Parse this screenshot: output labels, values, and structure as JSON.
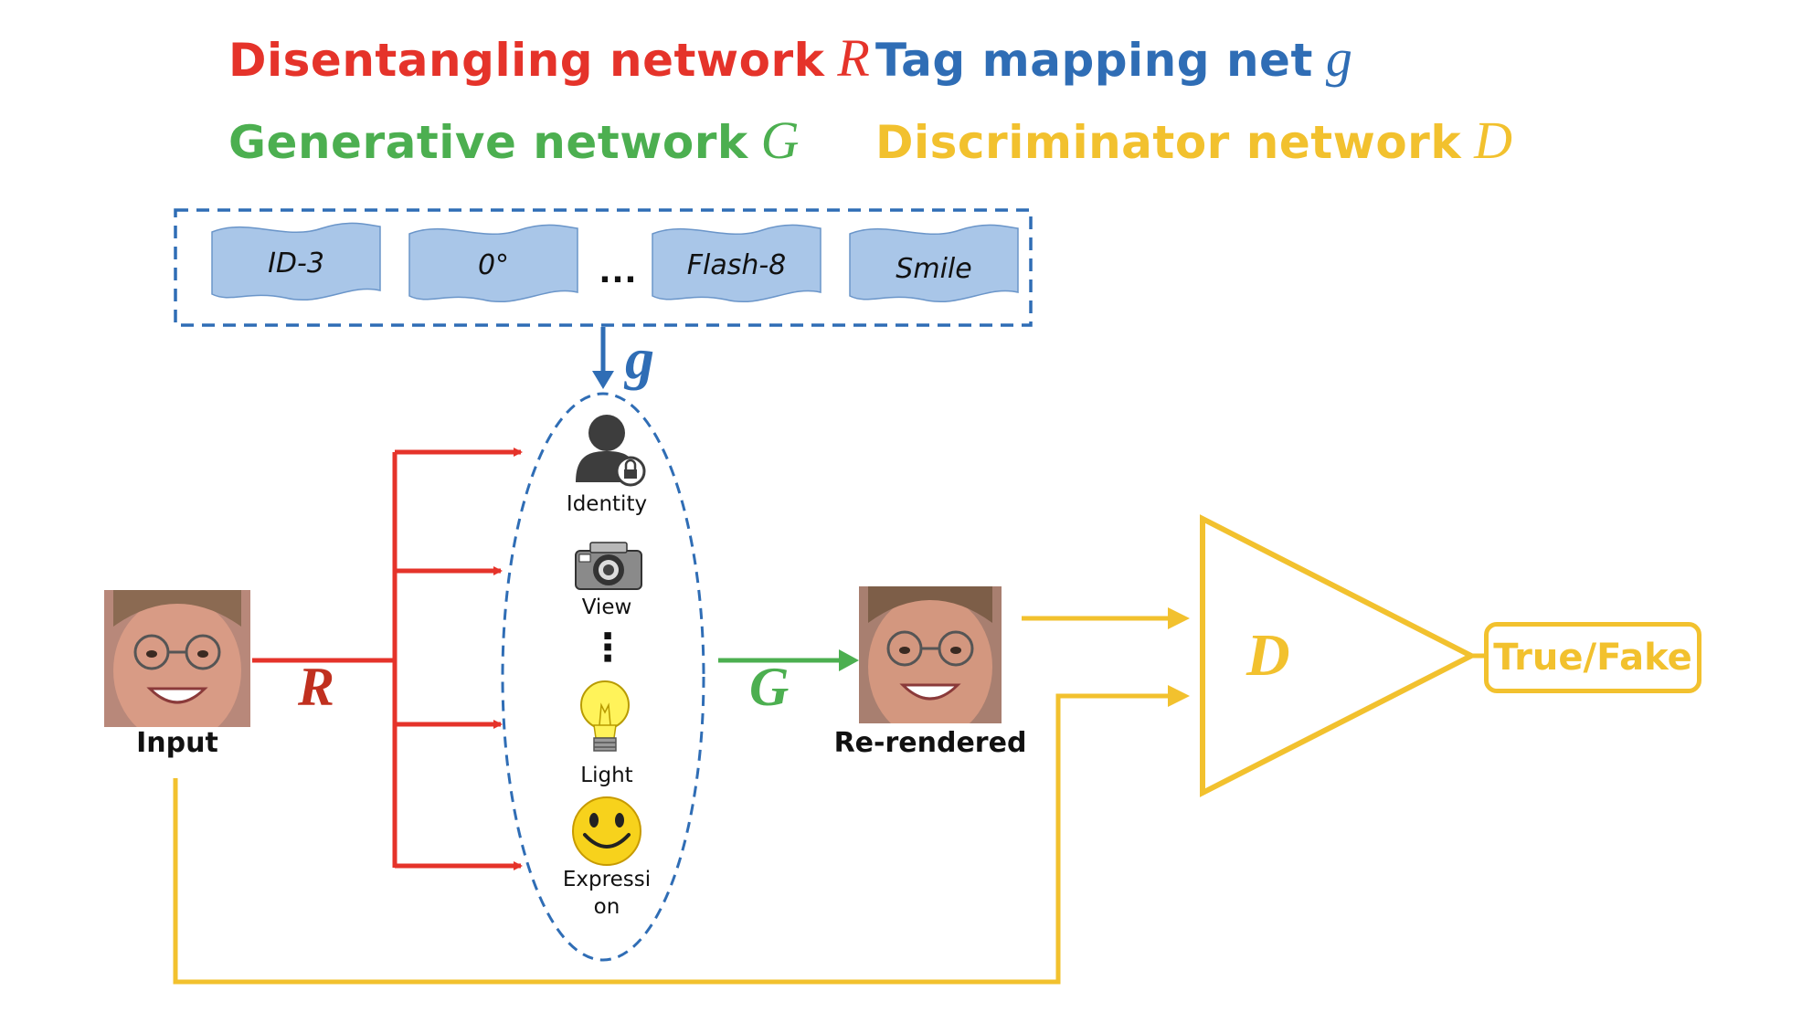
{
  "colors": {
    "red": "#e5332a",
    "blue": "#2f6db5",
    "green": "#4caf50",
    "yellow": "#f2c12e",
    "tag_fill": "#a9c6e8",
    "R_label": "#c0301f"
  },
  "legend": [
    {
      "text": "Disentangling network",
      "symbol": "R",
      "color": "red"
    },
    {
      "text": "Tag mapping net",
      "symbol": "g",
      "color": "blue"
    },
    {
      "text": "Generative network",
      "symbol": "G",
      "color": "green"
    },
    {
      "text": "Discriminator network",
      "symbol": "D",
      "color": "yellow"
    }
  ],
  "tags": [
    "ID-3",
    "0°",
    "Flash-8",
    "Smile"
  ],
  "tags_ellipsis": "…",
  "mapping_symbol": "g",
  "factors": [
    {
      "label": "Identity",
      "icon": "user-lock-icon"
    },
    {
      "label": "View",
      "icon": "camera-icon"
    },
    {
      "label": "Light",
      "icon": "lightbulb-icon"
    },
    {
      "label": "Expression",
      "icon": "smiley-icon"
    }
  ],
  "factors_ellipsis": "⋮",
  "input_label": "Input",
  "output_label": "Re-rendered",
  "R_symbol": "R",
  "G_symbol": "G",
  "D_symbol": "D",
  "result_label": "True/Fake"
}
